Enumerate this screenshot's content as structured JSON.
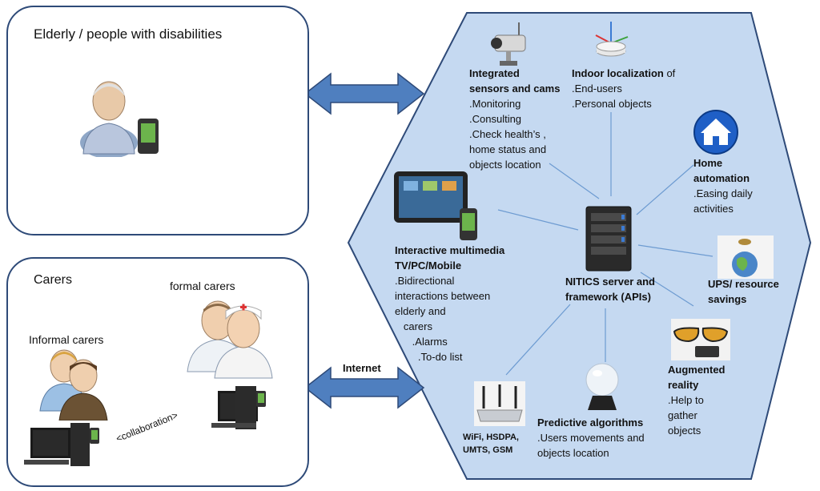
{
  "left_top": {
    "title": "Elderly / people with disabilities"
  },
  "left_bottom": {
    "title": "Carers",
    "formal": "formal carers",
    "informal": "Informal carers",
    "collaboration": "<collaboration>"
  },
  "connector": {
    "internet": "Internet"
  },
  "hub": {
    "center": {
      "line1": "NITICS server and",
      "line2": "framework (APIs)"
    },
    "sensors": {
      "title1": "Integrated",
      "title2": "sensors and cams",
      "items": [
        ".Monitoring",
        ".Consulting",
        ".Check health’s ,",
        "home  status and",
        "objects location"
      ]
    },
    "localization": {
      "title": "Indoor localization",
      "suffix": " of",
      "items": [
        ".End-users",
        ".Personal objects"
      ]
    },
    "home": {
      "title1": "Home",
      "title2": "automation",
      "items": [
        ".Easing daily",
        "activities"
      ]
    },
    "multimedia": {
      "title1": "Interactive multimedia",
      "title2": "TV/PC/Mobile",
      "items": [
        ".Bidirectional",
        "interactions between",
        "elderly and",
        "   carers",
        "      .Alarms",
        "        .To-do list"
      ]
    },
    "ups": {
      "title1": "UPS/ resource",
      "title2": "savings"
    },
    "ar": {
      "title1": "Augmented",
      "title2": "reality",
      "items": [
        ".Help to",
        "gather",
        "objects"
      ]
    },
    "predictive": {
      "title": "Predictive algorithms",
      "items": [
        ".Users movements and",
        "objects location"
      ]
    },
    "wifi": {
      "line1": "WiFi, HSDPA,",
      "line2": "UMTS, GSM"
    }
  },
  "colors": {
    "hex_fill": "#c5d9f1",
    "hex_stroke": "#2e4a78",
    "arrow": "#4f7fbf",
    "spoke": "#6d9bd1"
  }
}
